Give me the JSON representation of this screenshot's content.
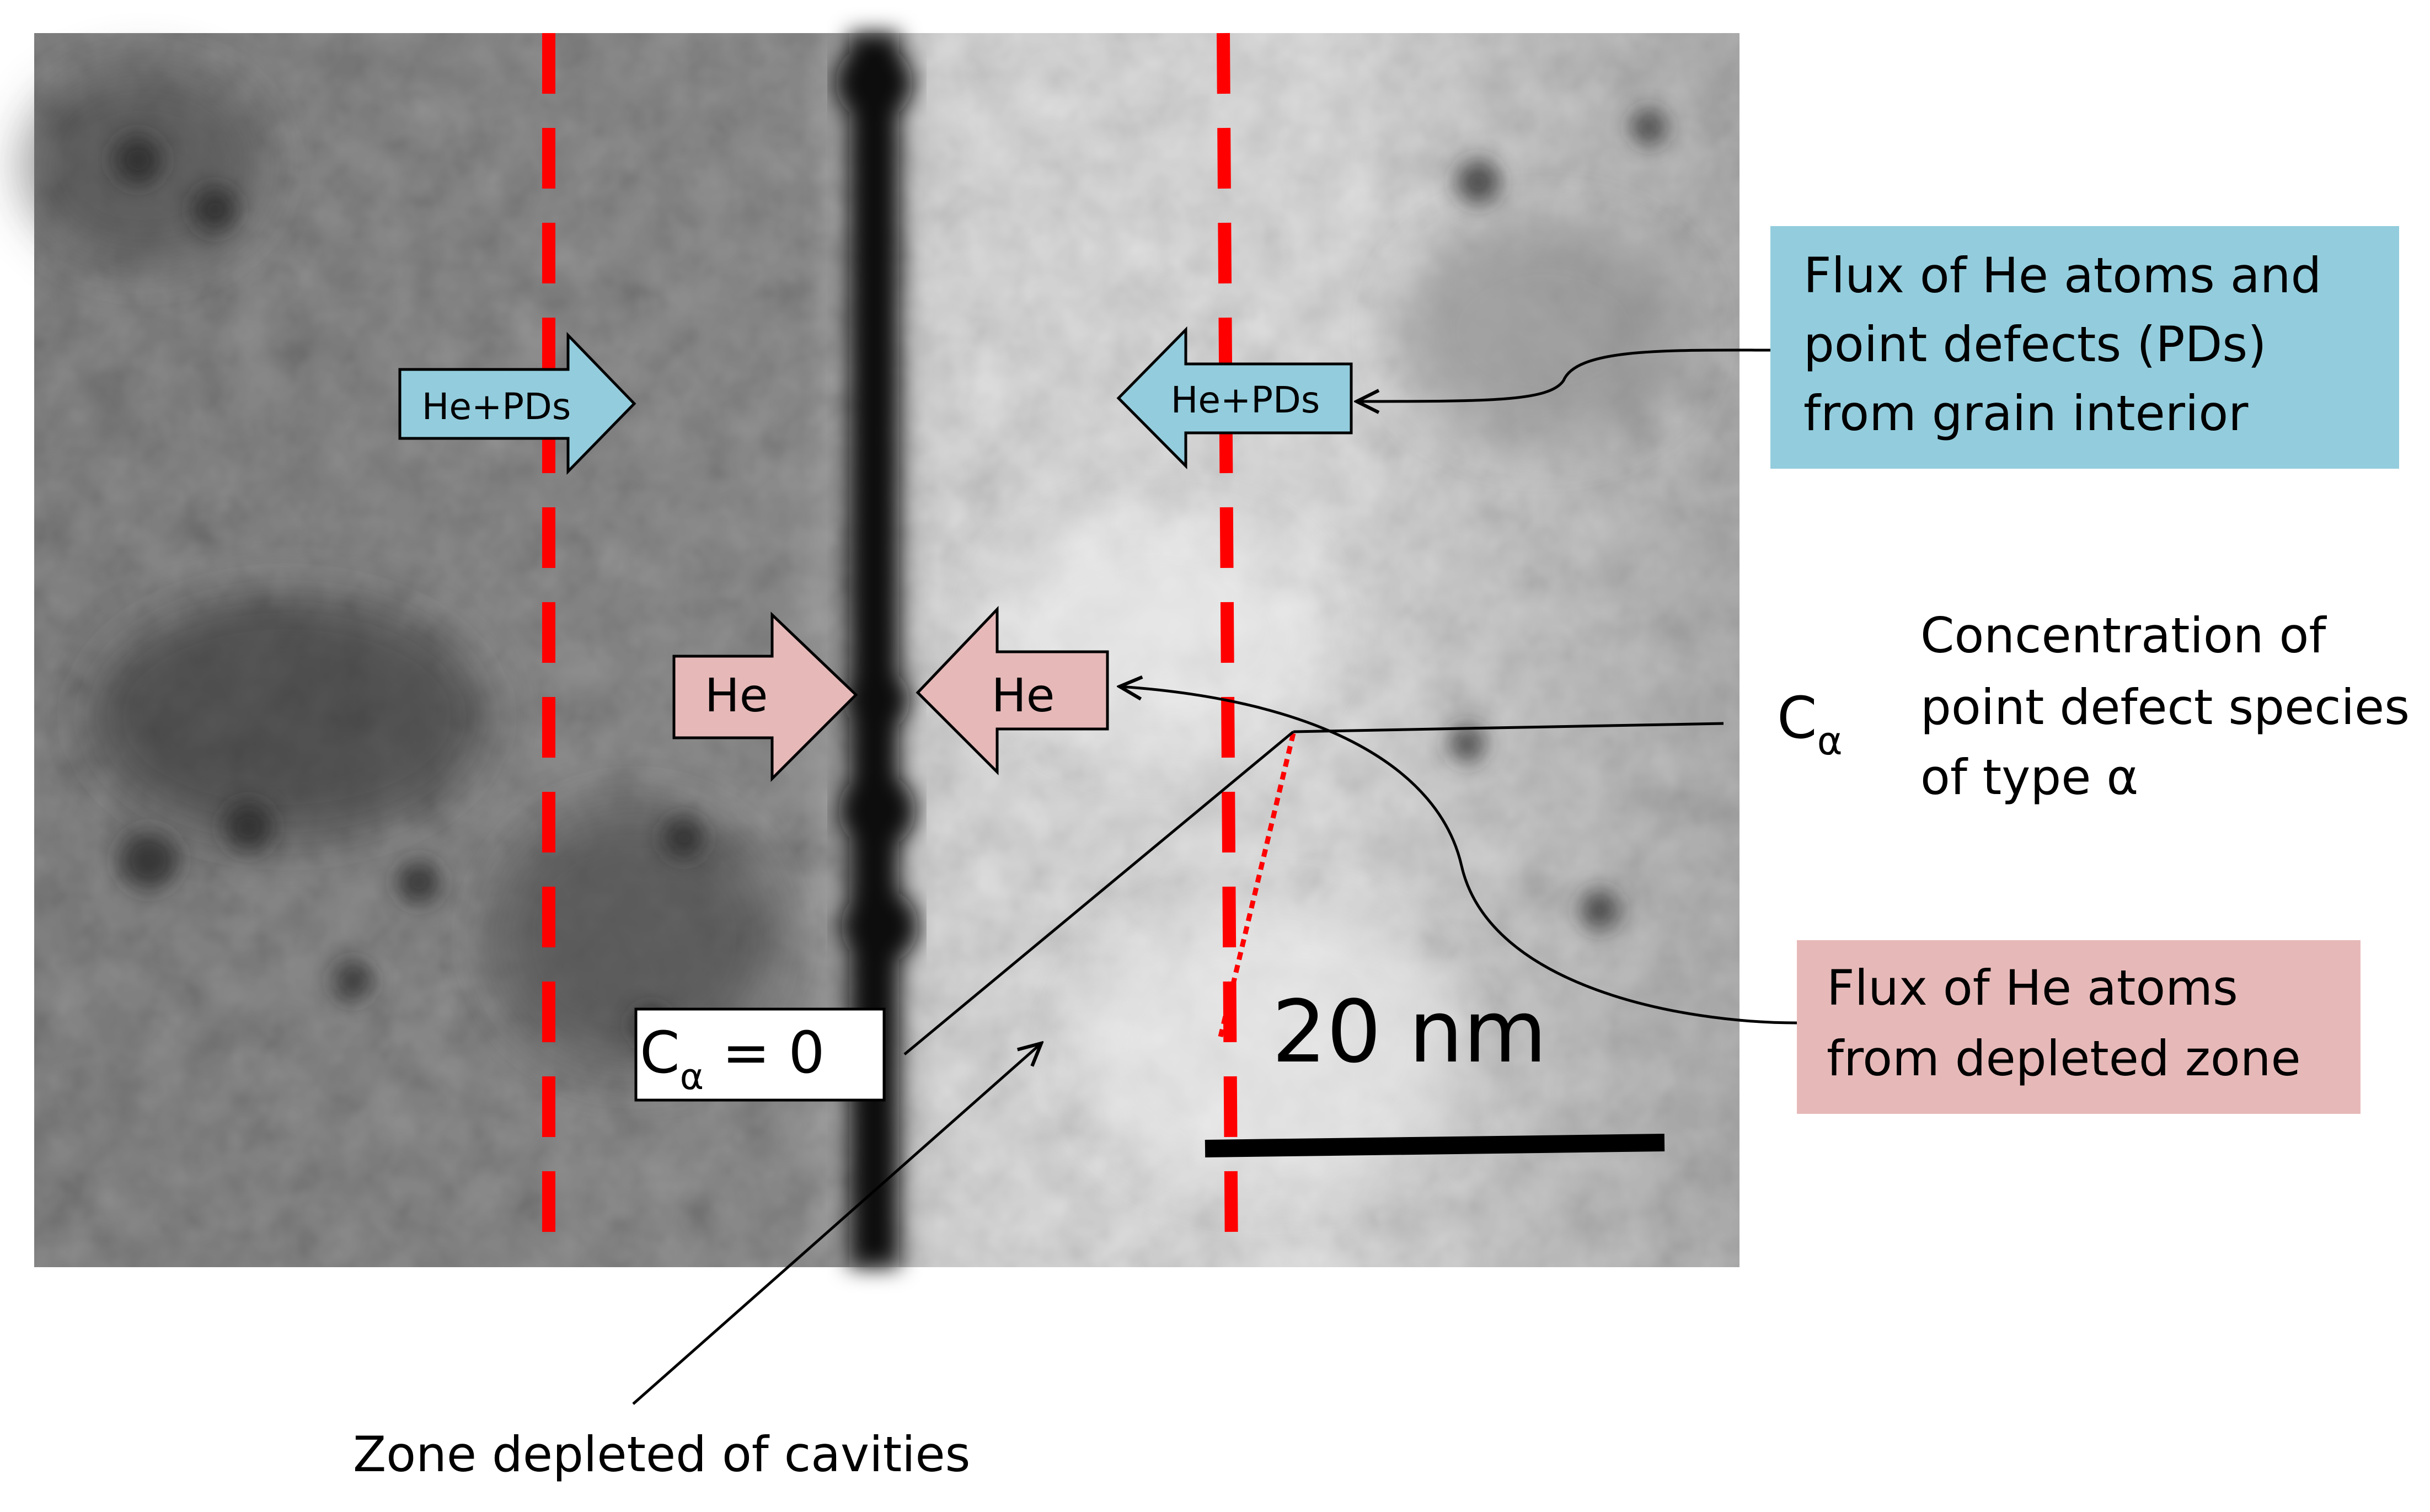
{
  "arrows": {
    "left_he_pds": "He+PDs",
    "right_he_pds": "He+PDs",
    "left_he": "He",
    "right_he": "He"
  },
  "callouts": {
    "flux_interior": [
      "Flux of He atoms and",
      "point defects (PDs)",
      "from grain interior"
    ],
    "concentration_symbol": "C",
    "concentration_subscript": "α",
    "concentration_desc": [
      "Concentration of",
      "point defect species",
      "of type α"
    ],
    "flux_depleted": [
      "Flux of He atoms",
      "from depleted zone"
    ],
    "c_zero_symbol": "C",
    "c_zero_subscript": "α",
    "c_zero_value": " = 0",
    "zone_label": "Zone depleted of cavities"
  },
  "scale_bar": {
    "label": "20 nm"
  },
  "colors": {
    "blue_box": "#93cddd",
    "pink_box": "#e6b9b8",
    "red_line": "#ff0000",
    "black": "#000000"
  }
}
